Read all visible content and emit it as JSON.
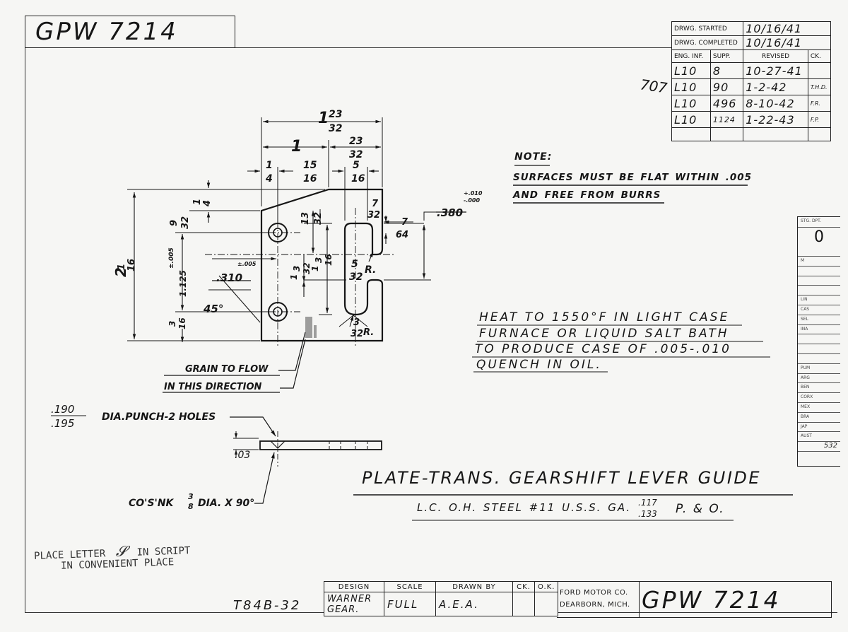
{
  "drawing_number": "GPW 7214",
  "revision_table": {
    "started_label": "DRWG. STARTED",
    "started_value": "10/16/41",
    "completed_label": "DRWG. COMPLETED",
    "completed_value": "10/16/41",
    "headers": [
      "ENG. INF.",
      "SUPP.",
      "REVISED",
      "CK."
    ],
    "rows": [
      {
        "eng": "L10",
        "supp": "8",
        "revised": "10-27-41",
        "ck": ""
      },
      {
        "eng": "L10",
        "supp": "90",
        "revised": "1-2-42",
        "ck": "T.H.D."
      },
      {
        "eng": "L10",
        "supp": "496",
        "revised": "8-10-42",
        "ck": "F.R."
      },
      {
        "eng": "L10",
        "supp": "1124",
        "revised": "1-22-43",
        "ck": "F.P."
      }
    ],
    "margin_note": "707"
  },
  "note": {
    "title": "NOTE:",
    "line1": "SURFACES MUST BE FLAT WITHIN .005",
    "line2": "AND FREE FROM BURRS"
  },
  "heat_treat": {
    "line1": "HEAT TO 1550°F IN LIGHT CASE",
    "line2": "FURNACE OR LIQUID SALT BATH",
    "line3": "TO PRODUCE CASE OF .005-.010",
    "line4": "QUENCH IN OIL."
  },
  "dims": {
    "overall_w_whole": "1",
    "overall_w_num": "23",
    "overall_w_den": "32",
    "w_one": "1",
    "right_num": "23",
    "right_den": "32",
    "quarter_num": "1",
    "quarter_den": "4",
    "fifteen_num": "15",
    "fifteen_den": "16",
    "five16_num": "5",
    "five16_den": "16",
    "height_whole": "2",
    "height_num": "1",
    "height_den": "16",
    "nine32_num": "9",
    "nine32_den": "32",
    "top14_num": "1",
    "top14_den": "4",
    "thirteen_num": "13",
    "thirteen_den": "32",
    "tol_top": "+.010",
    "tol_bot": "-.000",
    "seven32_num": "7",
    "seven32_den": "32",
    "seven64_num": "7",
    "seven64_den": "64",
    "d380": ".380",
    "hole_spacing": "1.125",
    "hole_tol": "±.005",
    "d310": ".310",
    "d310_tol": "±.005",
    "one332_whole": "1",
    "one332_num": "3",
    "one332_den": "32",
    "one316_whole": "1",
    "one316_num": "3",
    "one316_den": "16",
    "radius_num": "5",
    "radius_den": "32",
    "radius_suffix": "R.",
    "r3_num": "3",
    "r3_den": "32",
    "r3_suffix": "R.",
    "bot316_num": "3",
    "bot316_den": "16",
    "angle": "45°"
  },
  "grain_note": {
    "line1": "GRAIN TO FLOW",
    "line2": "IN THIS DIRECTION"
  },
  "hole_dia": {
    "top": ".190",
    "bottom": ".195"
  },
  "dia_punch": "DIA.PUNCH-2 HOLES",
  "thickness": ".03",
  "csink": {
    "prefix": "CO'S'NK",
    "num": "3",
    "den": "8",
    "suffix": "DIA. X 90°"
  },
  "title": "PLATE-TRANS. GEARSHIFT LEVER GUIDE",
  "material": {
    "text": "L.C. O.H. STEEL #11 U.S.S. GA.",
    "num": ".117",
    "den": ".133",
    "suffix": "P. & O."
  },
  "stamp": {
    "line1": "PLACE LETTER",
    "line1b": "IN SCRIPT",
    "line2": "IN CONVENIENT PLACE"
  },
  "tb_code": "T84B-32",
  "title_block": {
    "headers": [
      "DESIGN",
      "SCALE",
      "DRAWN BY",
      "CK.",
      "O.K."
    ],
    "design": "WARNER GEAR.",
    "scale": "FULL",
    "drawn_by": "A.E.A.",
    "company_line1": "FORD MOTOR CO.",
    "company_line2": "DEARBORN, MICH."
  },
  "materials_column": {
    "header": "STG. DPT.",
    "value": "0",
    "items": [
      "M",
      "",
      "",
      "",
      "LIN",
      "CAS",
      "SEL",
      "INA",
      "",
      "",
      "",
      "PUM",
      "ARG",
      "BEN",
      "CORX",
      "MEX",
      "BRA",
      "JAP",
      "AUST",
      "532"
    ]
  }
}
